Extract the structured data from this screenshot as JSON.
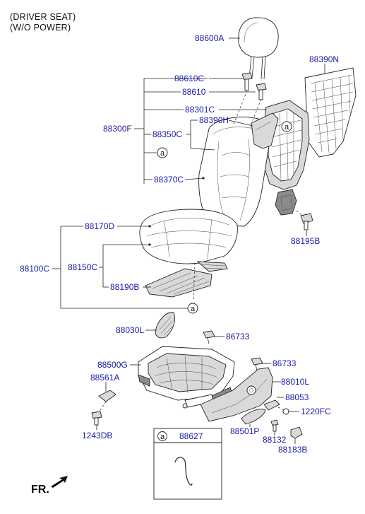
{
  "header": {
    "line1": "(DRIVER SEAT)",
    "line2": "(W/O POWER)"
  },
  "orientation": {
    "label": "FR."
  },
  "ref_marker": "a",
  "detail_box": {
    "marker": "a",
    "part": "88627"
  },
  "callouts": {
    "headrest": "88600A",
    "back_cover": "88390N",
    "bracket_upper": "88610C",
    "bracket_lower": "88610",
    "back_frame": "88301C",
    "back_board": "88390H",
    "back_assy": "88300F",
    "back_pad": "88350C",
    "back_covering": "88370C",
    "cushion_covering": "88170D",
    "bolt_back": "88195B",
    "cushion_assy": "88100C",
    "cushion_pad": "88150C",
    "cushion_mat": "88190B",
    "trim_l": "88030L",
    "clip_a": "86733",
    "cushion_frame": "88500G",
    "clip_b": "86733",
    "side_shield": "88010L",
    "cover_a": "88561A",
    "knob_a": "88053",
    "screw_a": "1220FC",
    "bolt_a": "1243DB",
    "lever": "88501P",
    "screw_b": "88132",
    "cap": "88183B"
  }
}
